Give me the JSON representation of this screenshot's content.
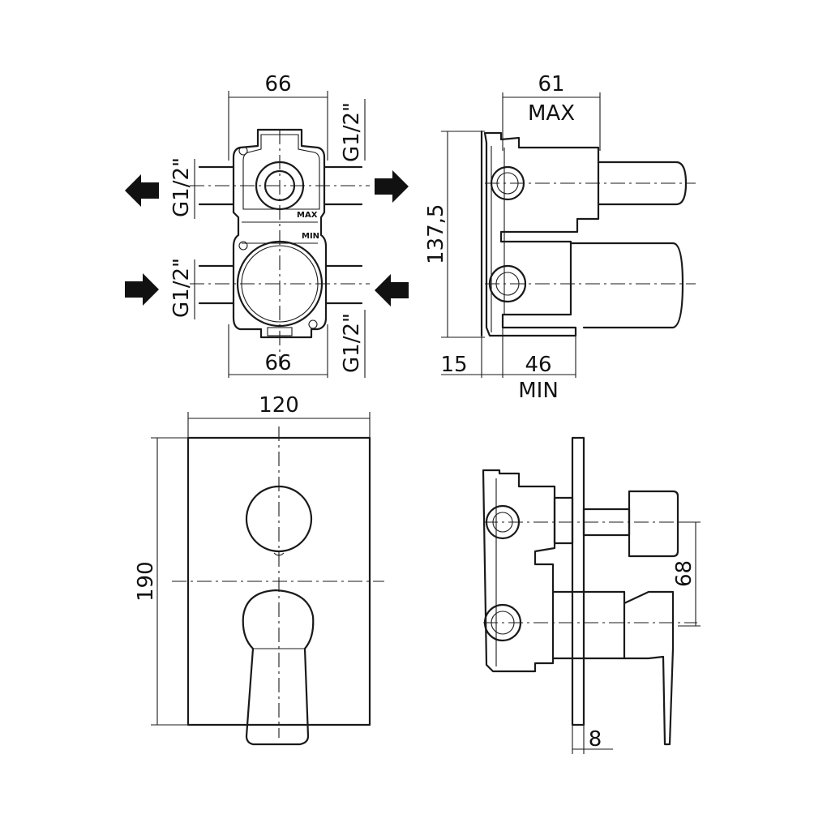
{
  "front_view": {
    "width_top": "66",
    "width_bottom": "66",
    "port_top_left": "G1/2\"",
    "port_top_right": "G1/2\"",
    "port_bottom_left": "G1/2\"",
    "port_bottom_right": "G1/2\"",
    "label_max": "MAX",
    "label_min": "MIN"
  },
  "side_view": {
    "depth_max": "61",
    "depth_max_label": "MAX",
    "height": "137,5",
    "plaster": "15",
    "depth_min": "46",
    "depth_min_label": "MIN"
  },
  "plate_view": {
    "width": "120",
    "height": "190"
  },
  "assembly_view": {
    "spacing": "68",
    "plate_thickness": "8"
  }
}
